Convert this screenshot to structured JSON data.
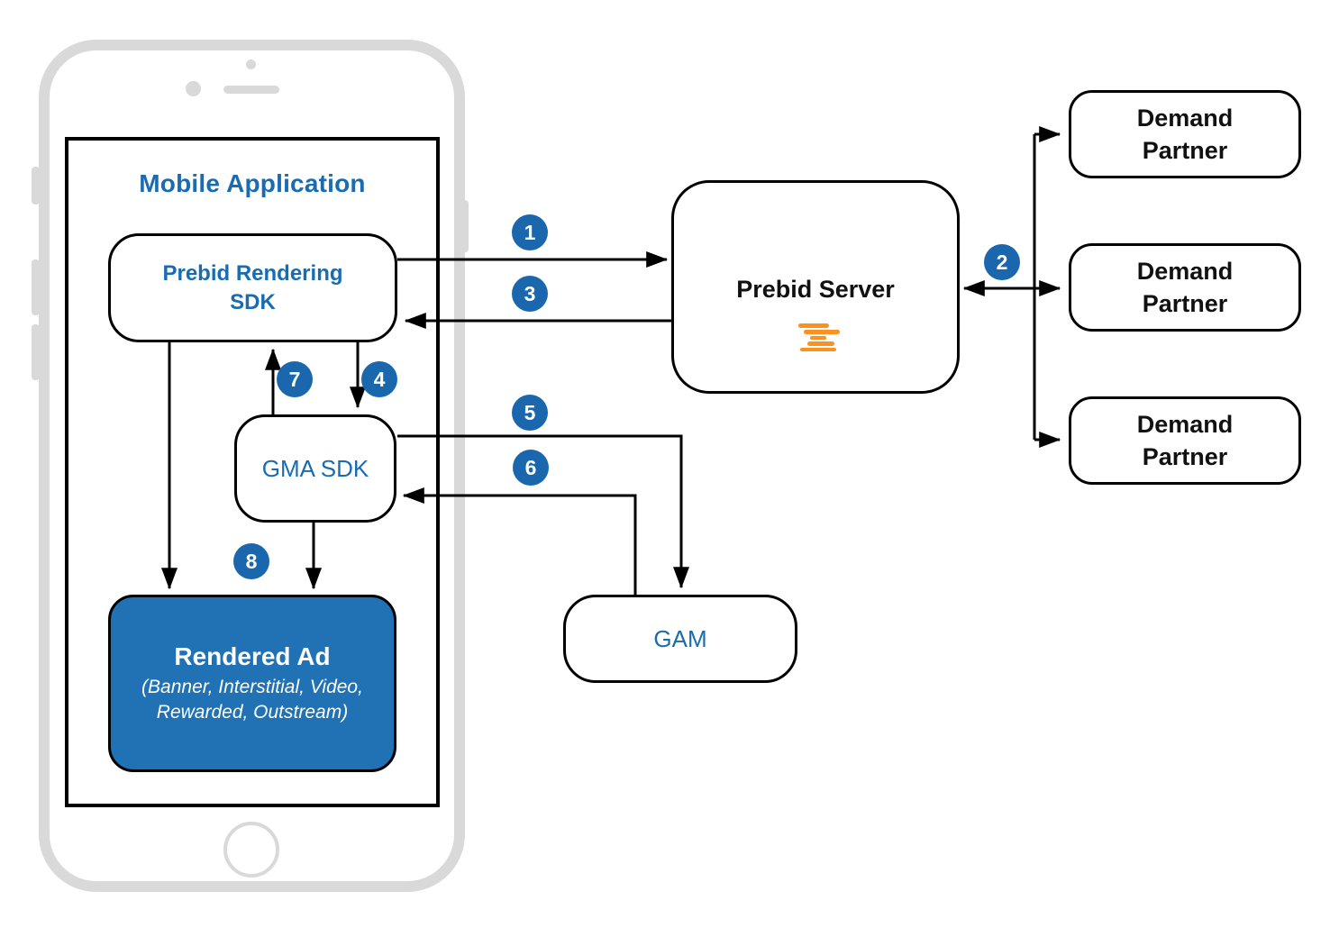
{
  "mobile_app": {
    "title": "Mobile Application"
  },
  "nodes": {
    "prebid_sdk": {
      "label": "Prebid Rendering SDK"
    },
    "gma_sdk": {
      "label": "GMA SDK"
    },
    "rendered_ad": {
      "title": "Rendered Ad",
      "subtitle": "(Banner, Interstitial, Video, Rewarded, Outstream)"
    },
    "prebid_server": {
      "label": "Prebid Server"
    },
    "gam": {
      "label": "GAM"
    },
    "demand_partners": [
      {
        "label": "Demand Partner"
      },
      {
        "label": "Demand Partner"
      },
      {
        "label": "Demand Partner"
      }
    ]
  },
  "steps": [
    {
      "n": "1"
    },
    {
      "n": "2"
    },
    {
      "n": "3"
    },
    {
      "n": "4"
    },
    {
      "n": "5"
    },
    {
      "n": "6"
    },
    {
      "n": "7"
    },
    {
      "n": "8"
    }
  ],
  "colors": {
    "accent_blue": "#1a6cb0",
    "filled_node_blue": "#2171b5",
    "step_circle_blue": "#1a67ad",
    "logo_orange": "#fb9120",
    "phone_gray": "#d9d9d9",
    "line_black": "#000000"
  }
}
